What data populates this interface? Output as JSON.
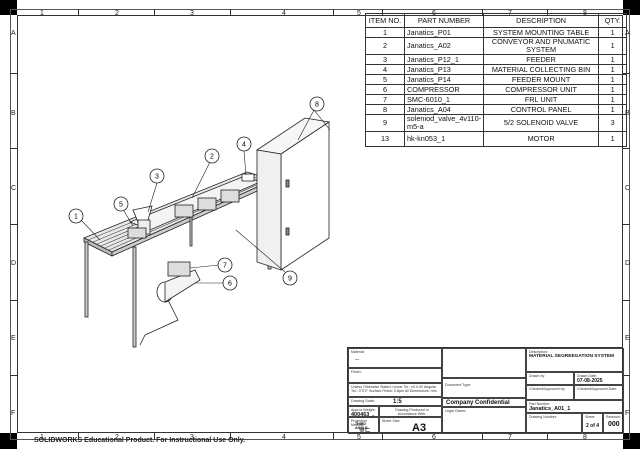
{
  "zones": {
    "columns": [
      "1",
      "2",
      "3",
      "4",
      "5",
      "6",
      "7",
      "8"
    ],
    "rows": [
      "A",
      "B",
      "C",
      "D",
      "E",
      "F"
    ]
  },
  "bom": {
    "headers": [
      "ITEM NO.",
      "PART NUMBER",
      "DESCRIPTION",
      "QTY."
    ],
    "rows": [
      [
        "1",
        "Janatics_P01",
        "SYSTEM MOUNTING TABLE",
        "1"
      ],
      [
        "2",
        "Janatics_A02",
        "CONVEYOR AND PNUMATIC SYSTEM",
        "1"
      ],
      [
        "3",
        "Janatics_P12_1",
        "FEEDER",
        "1"
      ],
      [
        "4",
        "Janatics_P13",
        "MATERIAL COLLECTING BIN",
        "1"
      ],
      [
        "5",
        "Janatics_P14",
        "FEEDER MOUNT",
        "1"
      ],
      [
        "6",
        "COMPRESSOR",
        "COMPRESSOR UNIT",
        "1"
      ],
      [
        "7",
        "SMC-6010_1",
        "FRL UNIT",
        "1"
      ],
      [
        "8",
        "Janatics_A04",
        "CONTROL PANEL",
        "1"
      ],
      [
        "9",
        "soleniod_valve_4v110-m5-a",
        "5/2 SOLENOID VALVE",
        "3"
      ],
      [
        "13",
        "hk-kn053_1",
        "MOTOR",
        "1"
      ]
    ]
  },
  "balloons": [
    "1",
    "2",
    "3",
    "4",
    "5",
    "6",
    "7",
    "8",
    "9"
  ],
  "title_block": {
    "material_label": "Material:",
    "material": "--",
    "finish_label": "Finish:",
    "tolerance_text": "Unless Otherwise Stated: Linear Tol.: ±0.0.00 Angular Tol.: 0°0'0\" Surface Finish: 0.8µm All Dimensions: mm",
    "scale_label": "Drawing Scale:",
    "scale": "1:5",
    "weight_label": "Approx Weight:",
    "weight": "400463",
    "weight_unit": "g",
    "produced_label": "Drawing Produced In Accordance With:",
    "projection_label": "Projection Method:",
    "projection": "THIRD ANGLE",
    "sheet_size_label": "Sheet Size:",
    "sheet_size": "A3",
    "doc_type_label": "Document Type:",
    "confidential": "Company Confidential",
    "legal_owner_label": "Legal Owner:",
    "description_label": "Description:",
    "description": "MATERIAL SEGREEGATION SYSTEM",
    "drawn_by_label": "Drawn by:",
    "drawn_date_label": "Drawn Date:",
    "drawn_date": "07-08-2025",
    "checked_by_label": "Checked/Approved by:",
    "checked_date_label": "Checked/Approved Date:",
    "part_number_label": "Part Number:",
    "part_number": "Janatics_A01_1",
    "drawing_number_label": "Drawing Number:",
    "sheet_label": "Sheet:",
    "sheet": "2 of 4",
    "revision_label": "Revision:",
    "revision": "000"
  },
  "watermark": "SOLIDWORKS Educational Product. For Instructional Use Only."
}
